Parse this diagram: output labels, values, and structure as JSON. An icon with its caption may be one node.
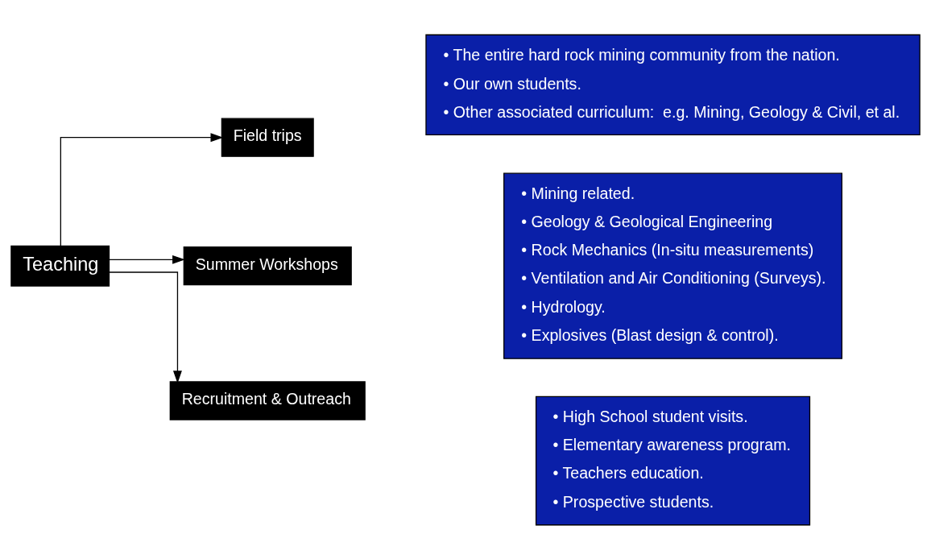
{
  "diagram": {
    "nodes": [
      {
        "text": [
          "Teaching"
        ]
      },
      {
        "text": [
          "Field trips"
        ]
      },
      {
        "text": [
          "Summer Workshops"
        ]
      },
      {
        "text": [
          "Recruitment & Outreach"
        ]
      },
      {
        "text": [
          "• The entire hard rock mining community from the nation.",
          "• Our own students.",
          "• Other associated curriculum:  e.g. Mining, Geology & Civil, et al."
        ]
      },
      {
        "text": [
          "• Mining related.",
          "• Geology & Geological Engineering",
          "• Rock Mechanics (In-situ measurements)",
          "• Ventilation and Air Conditioning (Surveys).",
          "• Hydrology.",
          "• Explosives (Blast design & control)."
        ]
      },
      {
        "text": [
          "• High School student visits.",
          "• Elementary awareness program.",
          "• Teachers education.",
          "• Prospective students."
        ]
      }
    ],
    "edges": [
      {
        "from": 0,
        "to": 1,
        "arrow": "to"
      },
      {
        "from": 0,
        "to": 2,
        "arrow": "to"
      },
      {
        "from": 0,
        "to": 3,
        "arrow": "to"
      }
    ]
  }
}
